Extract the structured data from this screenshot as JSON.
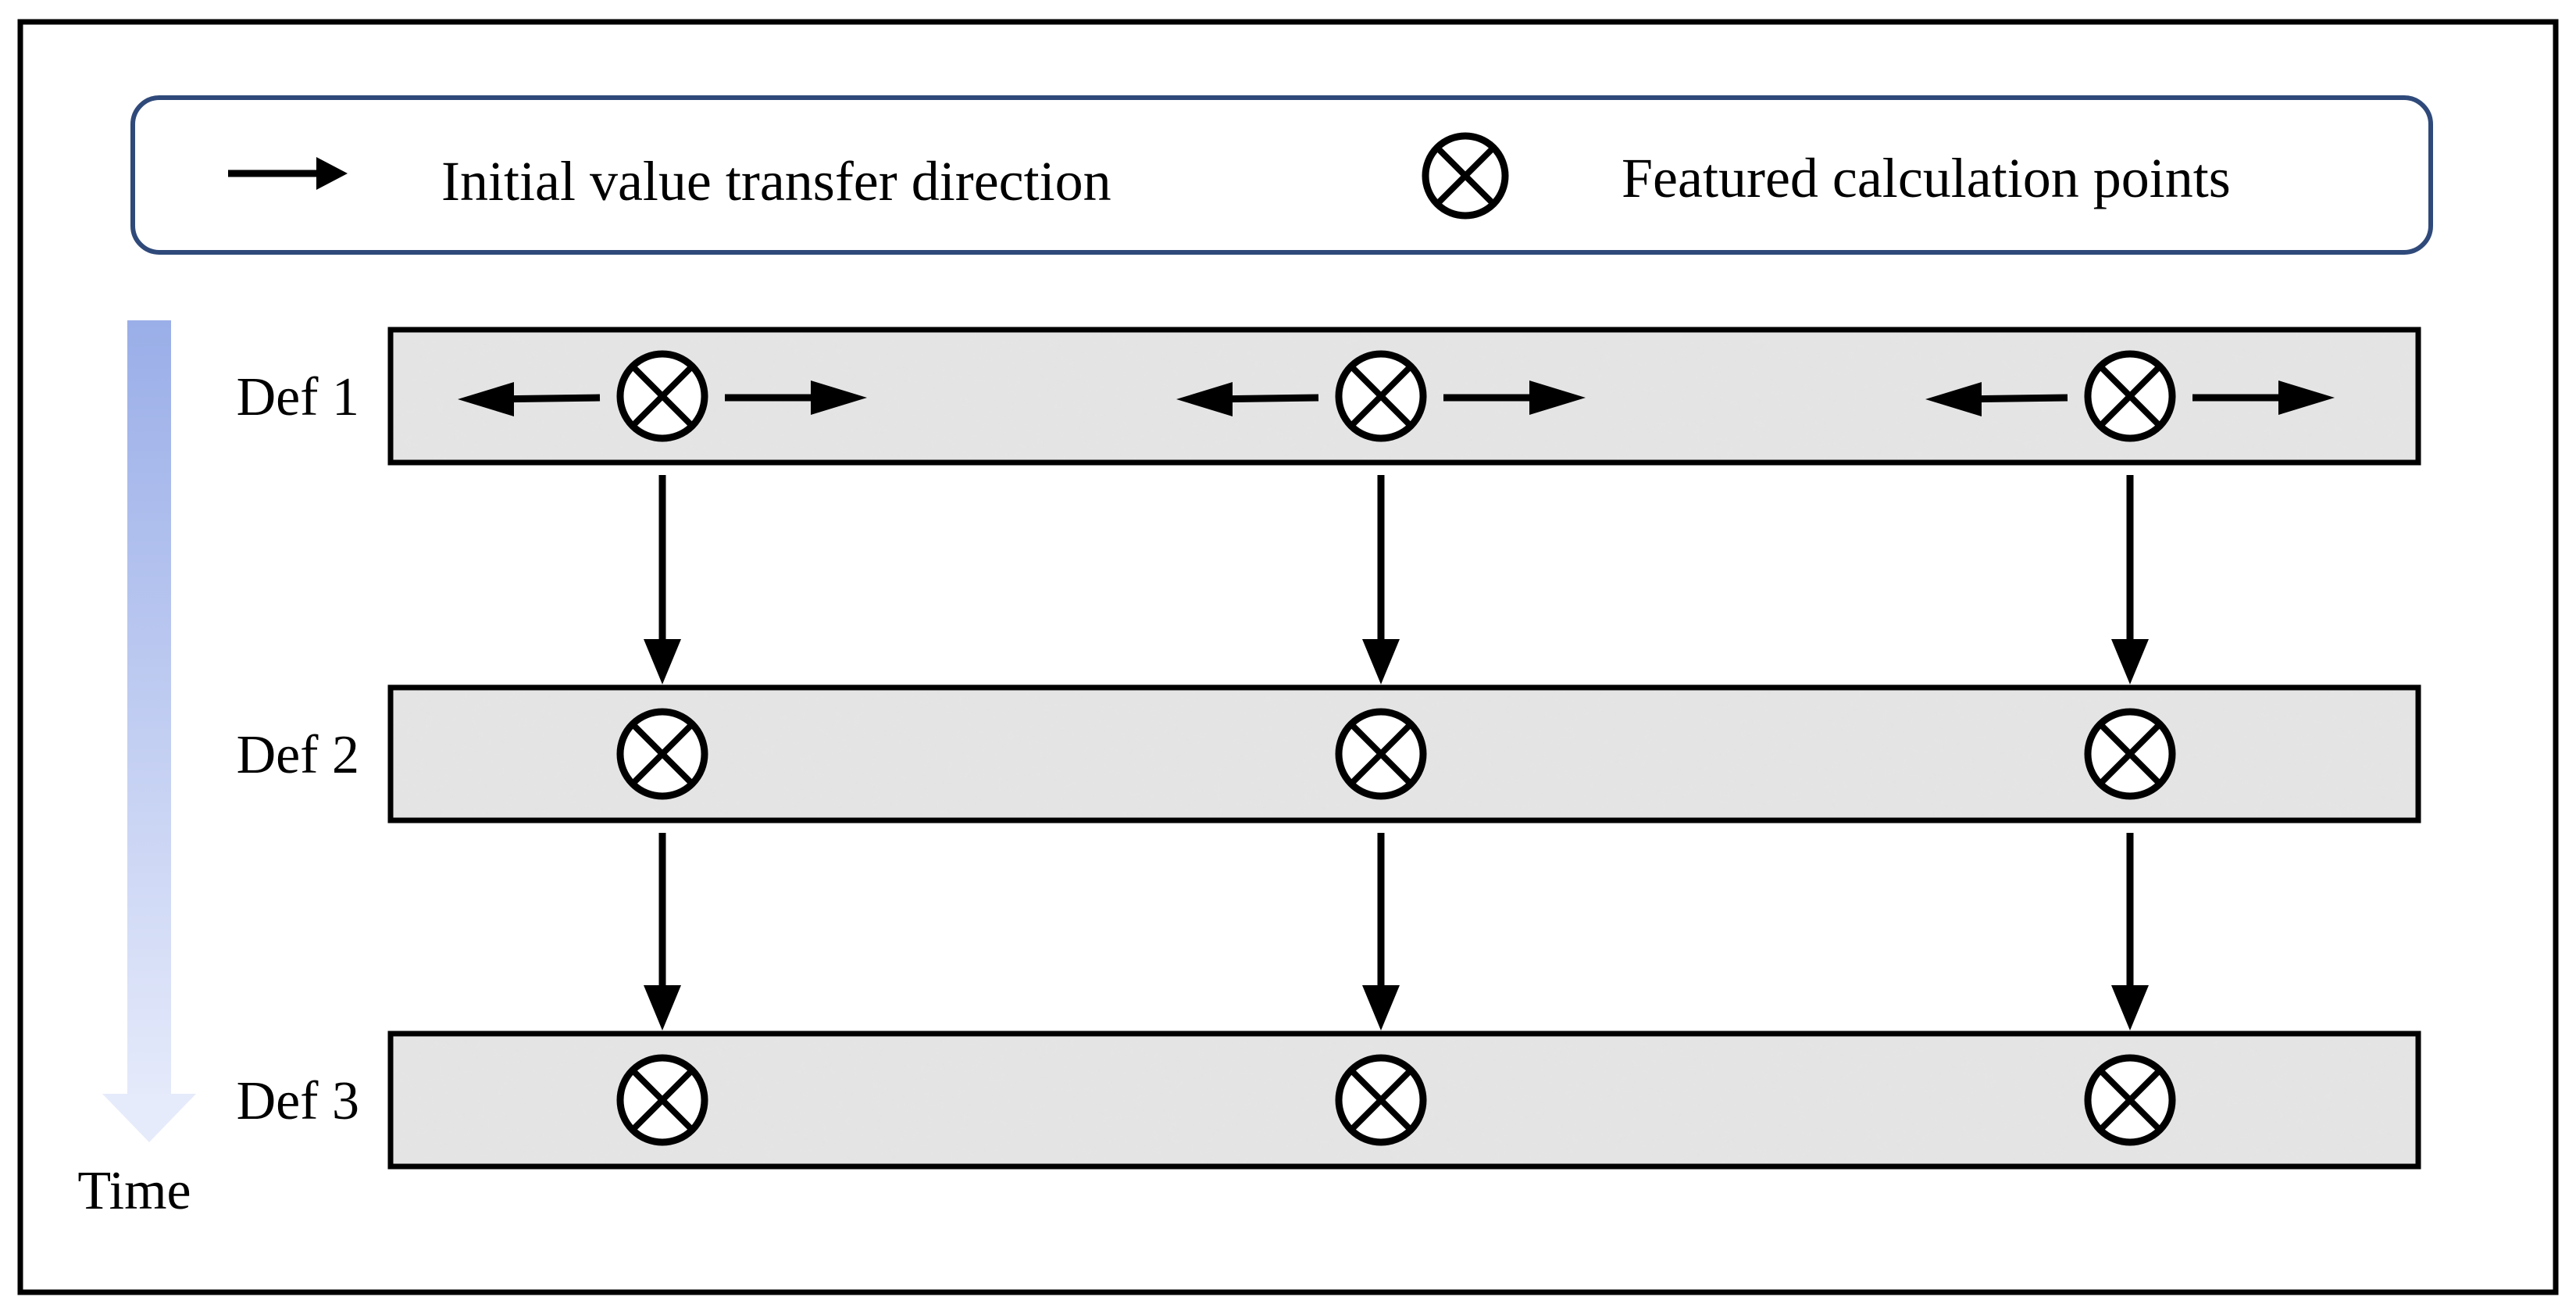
{
  "legend": {
    "arrow_label": "Initial value transfer direction",
    "point_label": "Featured calculation points",
    "arrow_icon": "right-arrow-icon",
    "point_icon": "circled-x-icon"
  },
  "time_axis": {
    "label": "Time",
    "color_top": "#9aaee8",
    "color_bottom": "#e6ebfb"
  },
  "rows": [
    {
      "label": "Def 1",
      "points": 3,
      "lateral_arrows": true
    },
    {
      "label": "Def 2",
      "points": 3,
      "lateral_arrows": false
    },
    {
      "label": "Def 3",
      "points": 3,
      "lateral_arrows": false
    }
  ],
  "colors": {
    "frame": "#000000",
    "legend_border": "#2f4a7a",
    "band_fill": "#e4e4e4"
  }
}
